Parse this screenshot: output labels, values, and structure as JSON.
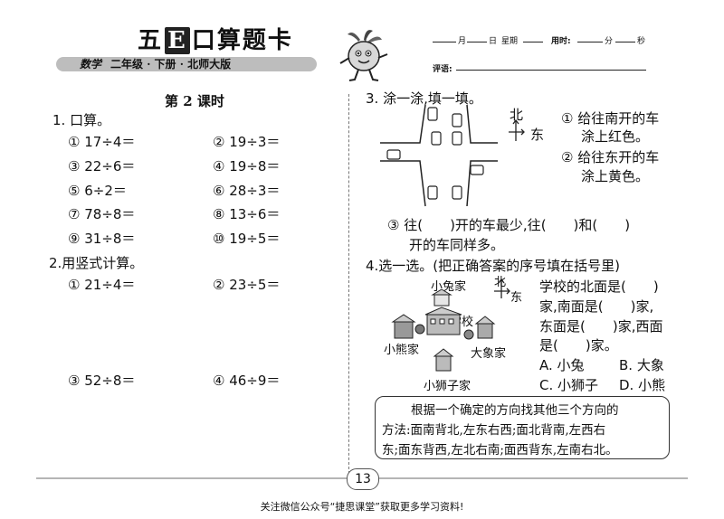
{
  "header": {
    "brand_pre": "五",
    "brand_e": "E",
    "brand_post": "口算题卡",
    "subject": "数学",
    "banner_text": "二年级 · 下册 · 北师大版",
    "date_month": "月",
    "date_day": "日",
    "date_week": "星期",
    "time_label": "用时:",
    "time_min": "分",
    "time_sec": "秒",
    "comment_label": "评语:"
  },
  "lesson_title": "第 2 课时",
  "q1": {
    "title": "1. 口算。",
    "items": [
      "① 17÷4＝",
      "② 19÷3＝",
      "③ 22÷6＝",
      "④ 19÷8＝",
      "⑤ 6÷2＝",
      "⑥ 28÷3＝",
      "⑦ 78÷8＝",
      "⑧ 13÷6＝",
      "⑨ 31÷8＝",
      "⑩ 19÷5＝"
    ]
  },
  "q2": {
    "title": "2.用竖式计算。",
    "items": [
      "① 21÷4＝",
      "② 23÷5＝",
      "③ 52÷8＝",
      "④ 46÷9＝"
    ]
  },
  "q3": {
    "title": "3. 涂一涂,填一填。",
    "north": "北",
    "east": "东",
    "task1_a": "① 给往南开的车",
    "task1_b": "涂上红色。",
    "task2_a": "② 给往东开的车",
    "task2_b": "涂上黄色。",
    "fill_a": "③ 往(　　)开的车最少,往(　　)和(　　)",
    "fill_b": "开的车同样多。"
  },
  "q4": {
    "title": "4.选一选。(把正确答案的序号填在括号里)",
    "north": "北",
    "east": "东",
    "map_rabbit": "小兔家",
    "map_school": "学校",
    "map_bear": "小熊家",
    "map_elephant": "大象家",
    "map_lion": "小狮子家",
    "text_lines": [
      "学校的北面是(　　)",
      "家,南面是(　　)家,",
      "东面是(　　)家,西面",
      "是(　　)家。"
    ],
    "options": [
      "A. 小兔",
      "B. 大象",
      "C. 小狮子",
      "D. 小熊"
    ]
  },
  "tip": {
    "line1": "根据一个确定的方向找其他三个方向的",
    "line2": "方法:面南背北,左东右西;面北背南,左西右",
    "line3": "东;面东背西,左北右南;面西背东,左南右北。"
  },
  "page_number": "13",
  "footer": "关注微信公众号“捷思课堂”获取更多学习资料!"
}
